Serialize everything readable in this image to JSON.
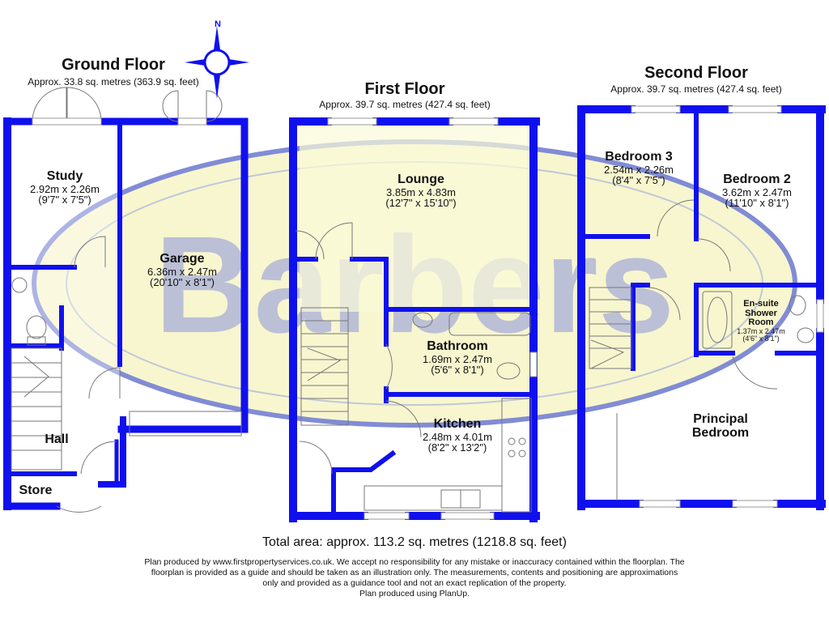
{
  "watermark": "Barbers",
  "compass": {
    "label": "N"
  },
  "colors": {
    "wall": "#1010ee",
    "lounge_fill": "#fdfde3",
    "room_fill": "#ffffff",
    "fixture": "#888888",
    "watermark": "#1c2fb4",
    "watermark_fill": "#f1ee9c"
  },
  "floors": {
    "ground": {
      "title": "Ground Floor",
      "area": "Approx. 33.8 sq. metres (363.9 sq. feet)",
      "rooms": {
        "study": {
          "name": "Study",
          "metric": "2.92m x 2.26m",
          "imperial": "(9'7\" x 7'5\")"
        },
        "garage": {
          "name": "Garage",
          "metric": "6.36m x 2.47m",
          "imperial": "(20'10\" x 8'1\")"
        },
        "hall": {
          "name": "Hall"
        },
        "store": {
          "name": "Store"
        }
      }
    },
    "first": {
      "title": "First Floor",
      "area": "Approx. 39.7 sq. metres (427.4 sq. feet)",
      "rooms": {
        "lounge": {
          "name": "Lounge",
          "metric": "3.85m x 4.83m",
          "imperial": "(12'7\" x 15'10\")"
        },
        "bathroom": {
          "name": "Bathroom",
          "metric": "1.69m x 2.47m",
          "imperial": "(5'6\" x 8'1\")"
        },
        "kitchen": {
          "name": "Kitchen",
          "metric": "2.48m x 4.01m",
          "imperial": "(8'2\" x 13'2\")"
        }
      }
    },
    "second": {
      "title": "Second Floor",
      "area": "Approx. 39.7 sq. metres (427.4 sq. feet)",
      "rooms": {
        "bedroom3": {
          "name": "Bedroom 3",
          "metric": "2.54m x 2.26m",
          "imperial": "(8'4\" x 7'5\")"
        },
        "bedroom2": {
          "name": "Bedroom 2",
          "metric": "3.62m x 2.47m",
          "imperial": "(11'10\" x 8'1\")"
        },
        "ensuite": {
          "name_line1": "En-suite",
          "name_line2": "Shower",
          "name_line3": "Room",
          "metric": "1.37m x 2.47m",
          "imperial": "(4'6\" x 8'1\")"
        },
        "principal": {
          "name_line1": "Principal",
          "name_line2": "Bedroom"
        }
      }
    }
  },
  "total_area": "Total area: approx. 113.2 sq. metres (1218.8 sq. feet)",
  "disclaimer": {
    "line1": "Plan produced by www.firstpropertyservices.co.uk. We accept no responsibility for any mistake or inaccuracy contained within the floorplan. The",
    "line2": "floorplan is provided as a guide and should be taken as an illustration only. The measurements, contents and positioning are approximations",
    "line3": "only and provided as a guidance tool and not an exact replication of the property.",
    "line4": "Plan produced using PlanUp."
  }
}
